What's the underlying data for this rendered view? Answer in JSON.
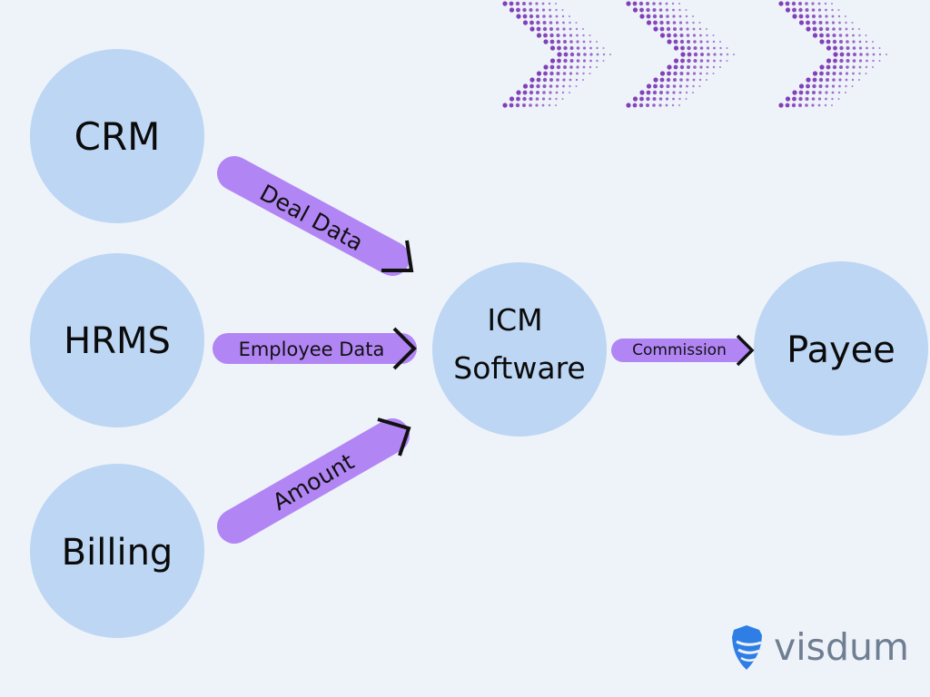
{
  "colors": {
    "background": "#eef3f9",
    "node_fill": "#bcd6f4",
    "arrow_fill": "#b285f5",
    "arrow_head": "#111111",
    "chevron_dots": "#7a35b5",
    "brand_blue": "#2f7ee6",
    "brand_text": "#6f7e92"
  },
  "nodes": {
    "crm": "CRM",
    "hrms": "HRMS",
    "billing": "Billing",
    "icm_line1": "ICM",
    "icm_line2": "Software",
    "payee": "Payee"
  },
  "arrows": {
    "deal_data": "Deal Data",
    "employee_data": "Employee Data",
    "amount": "Amount",
    "commission": "Commission"
  },
  "logo": {
    "icon": "shield-icon",
    "text": "visdum"
  },
  "decoration": {
    "icon": "dotted-chevron-icon",
    "count": 3
  }
}
